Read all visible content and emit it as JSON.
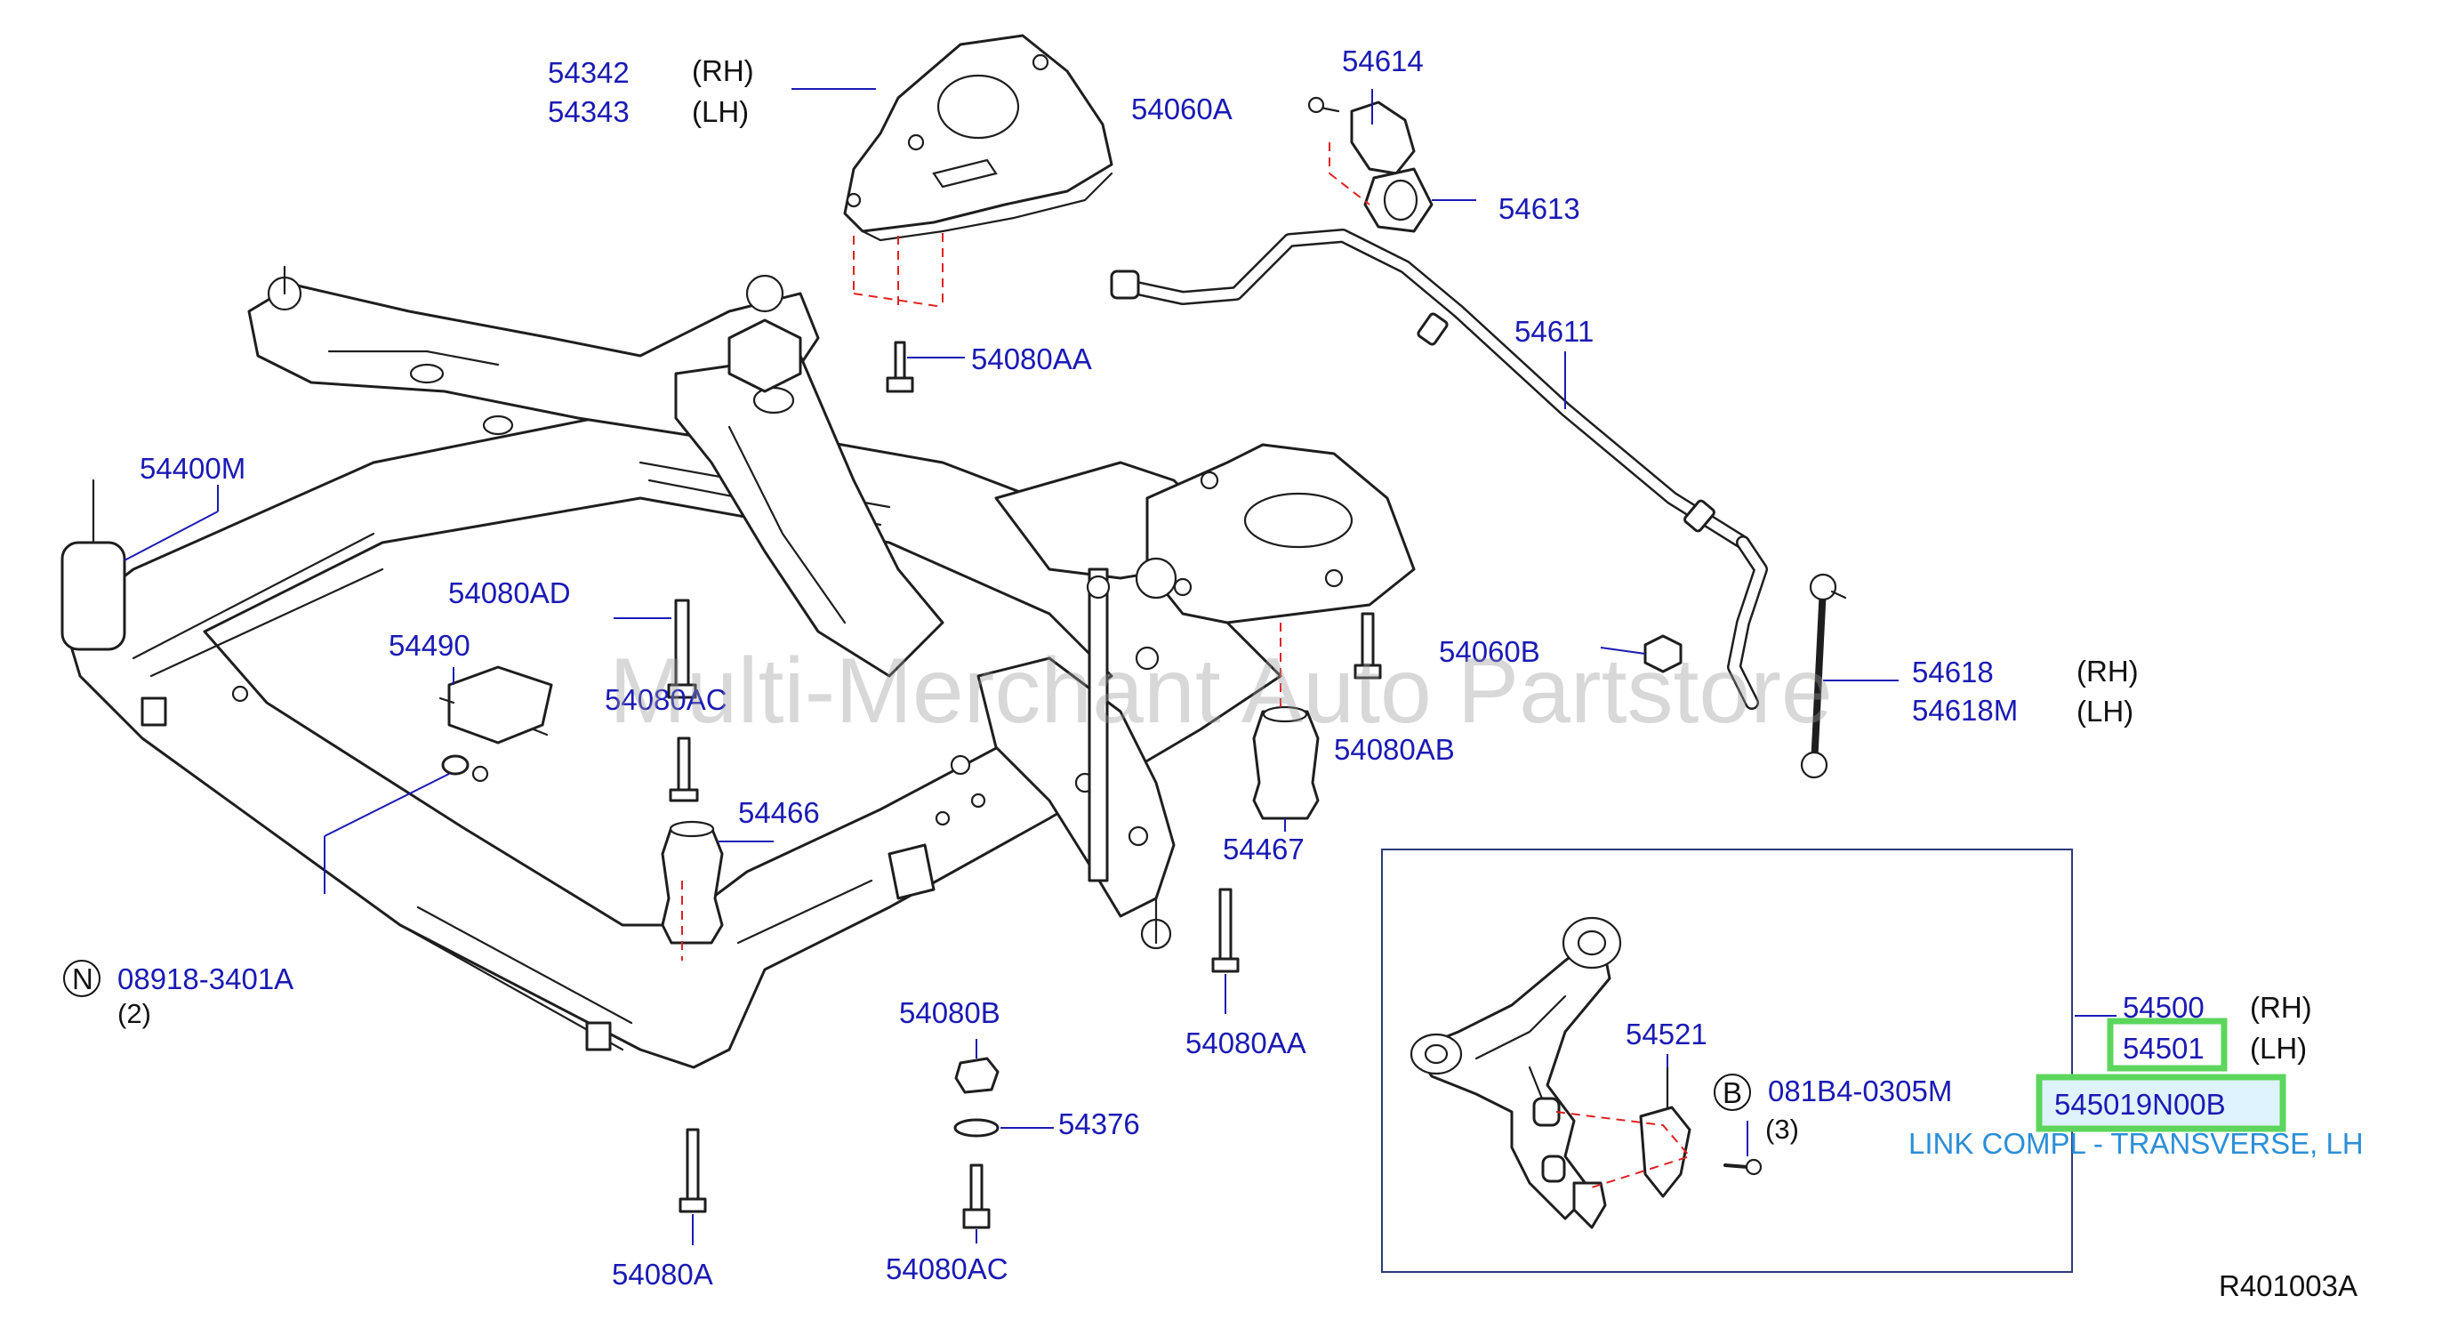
{
  "watermark": "Multi-Merchant Auto Partstore",
  "diagram_ref": "R401003A",
  "parts": {
    "p54342": {
      "number": "54342",
      "side": "(RH)"
    },
    "p54343": {
      "number": "54343",
      "side": "(LH)"
    },
    "p54060A": {
      "number": "54060A"
    },
    "p54614": {
      "number": "54614"
    },
    "p54613": {
      "number": "54613"
    },
    "p54080AA_top": {
      "number": "54080AA"
    },
    "p54611": {
      "number": "54611"
    },
    "p54400M": {
      "number": "54400M"
    },
    "p54080AD": {
      "number": "54080AD"
    },
    "p54490": {
      "number": "54490"
    },
    "p54080AC_mid": {
      "number": "54080AC"
    },
    "p54060B": {
      "number": "54060B"
    },
    "p54618": {
      "number": "54618",
      "side": "(RH)"
    },
    "p54618M": {
      "number": "54618M",
      "side": "(LH)"
    },
    "p54080AB": {
      "number": "54080AB"
    },
    "p54466": {
      "number": "54466"
    },
    "p54467": {
      "number": "54467"
    },
    "p08918": {
      "badge": "N",
      "number": "08918-3401A",
      "qty": "(2)"
    },
    "p54080B": {
      "number": "54080B"
    },
    "p54376": {
      "number": "54376"
    },
    "p54080AA_low": {
      "number": "54080AA"
    },
    "p54080A": {
      "number": "54080A"
    },
    "p54080AC_low": {
      "number": "54080AC"
    },
    "p54521": {
      "number": "54521"
    },
    "p081B4": {
      "badge": "B",
      "number": "081B4-0305M",
      "qty": "(3)"
    },
    "p54500": {
      "number": "54500",
      "side": "(RH)"
    },
    "p54501": {
      "number": "54501",
      "side": "(LH)"
    }
  },
  "highlight": {
    "part_number": "545019N00B",
    "description": "LINK COMPL - TRANSVERSE, LH",
    "color": "#5cd65c"
  },
  "colors": {
    "part_label": "#1a1ab4",
    "leader_line": "#1a1ab4",
    "dashed_guide": "#e02020",
    "description": "#2b8fd8"
  }
}
